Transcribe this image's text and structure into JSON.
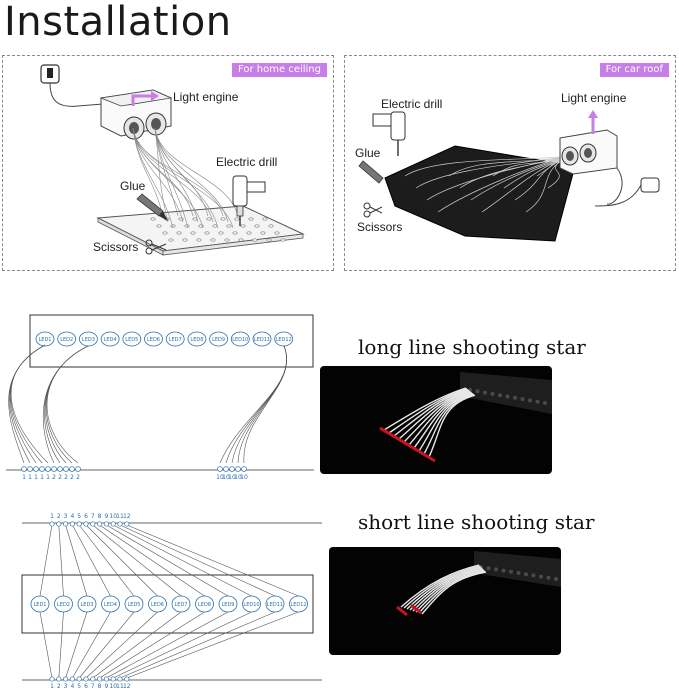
{
  "title": "Installation",
  "home_panel": {
    "tag": "For home ceiling",
    "light_engine": "Light engine",
    "electric_drill": "Electric drill",
    "glue": "Glue",
    "scissors": "Scissors"
  },
  "car_panel": {
    "tag": "For car roof",
    "light_engine": "Light engine",
    "electric_drill": "Electric drill",
    "glue": "Glue",
    "scissors": "Scissors"
  },
  "long_section": {
    "heading": "long line shooting star",
    "leds": [
      "LED1",
      "LED2",
      "LED3",
      "LED4",
      "LED5",
      "LED6",
      "LED7",
      "LED8",
      "LED9",
      "LED10",
      "LED11",
      "LED12"
    ],
    "bottom_numbers": [
      "1",
      "1",
      "1",
      "1",
      "1",
      "2",
      "2",
      "2",
      "2",
      "2",
      "10",
      "10",
      "10",
      "10",
      "10"
    ]
  },
  "short_section": {
    "heading": "short line shooting star",
    "leds": [
      "LED1",
      "LED2",
      "LED3",
      "LED4",
      "LED5",
      "LED6",
      "LED7",
      "LED8",
      "LED9",
      "LED10",
      "LED11",
      "LED12"
    ],
    "top_numbers": [
      "1",
      "2",
      "3",
      "4",
      "5",
      "6",
      "7",
      "8",
      "9",
      "10",
      "11",
      "12"
    ],
    "bottom_numbers": [
      "1",
      "2",
      "3",
      "4",
      "5",
      "6",
      "7",
      "8",
      "9",
      "10",
      "11",
      "12"
    ]
  },
  "colors": {
    "accent": "#c77ee6",
    "diagram_blue": "#2a6fb0",
    "photo_bg": "#030303",
    "fiber_tip": "#c8141e"
  }
}
